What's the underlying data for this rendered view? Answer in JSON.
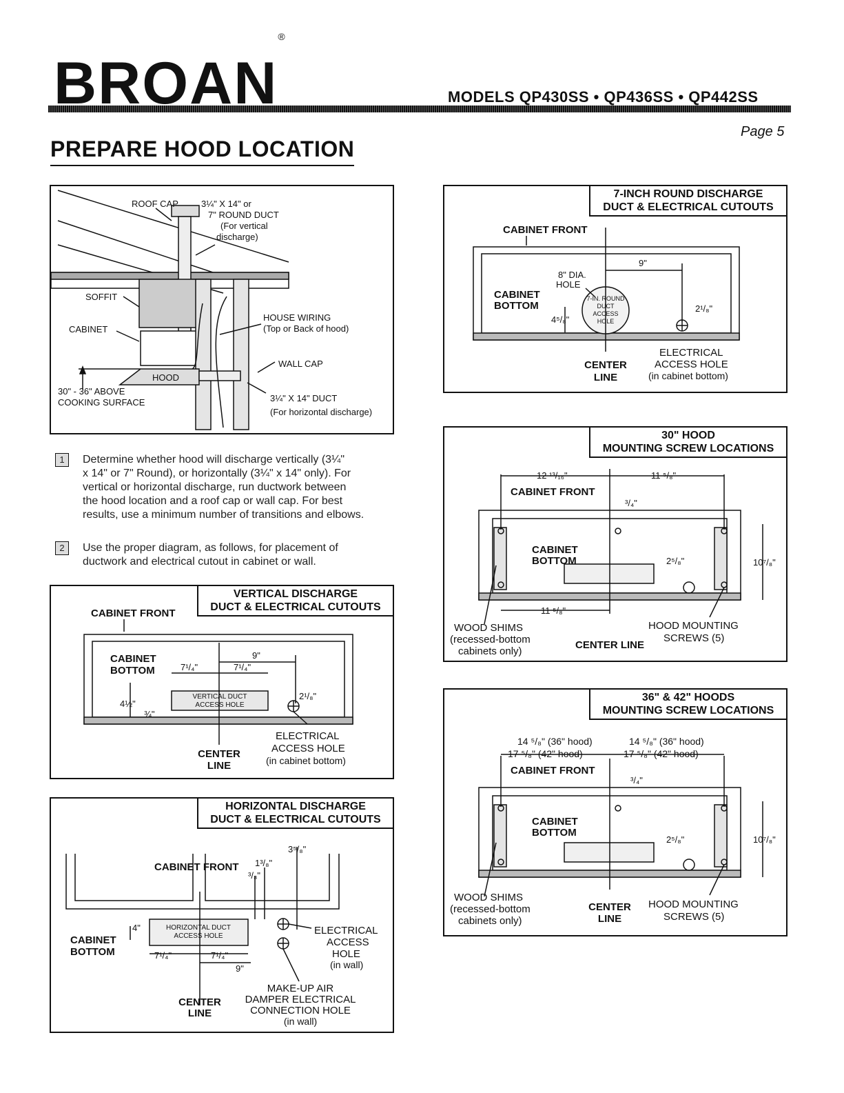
{
  "header": {
    "brand": "BROAN",
    "registered": "®",
    "models": "MODELS  QP430SS • QP436SS • QP442SS",
    "page": "Page 5",
    "title": "PREPARE HOOD LOCATION"
  },
  "diagram_install": {
    "roof_cap": "ROOF CAP",
    "duct_top": "3¼\" X 14\" or",
    "duct_top2": "7\" ROUND DUCT",
    "duct_top3": "(For vertical",
    "duct_top4": "discharge)",
    "soffit": "SOFFIT",
    "cabinet": "CABINET",
    "house_wiring": "HOUSE WIRING",
    "house_wiring2": "(Top or Back of hood)",
    "wall_cap": "WALL CAP",
    "hood": "HOOD",
    "above": "30\" - 36\" ABOVE",
    "above2": "COOKING SURFACE",
    "duct_h": "3¼\" X 14\" DUCT",
    "duct_h2": "(For horizontal discharge)"
  },
  "steps": [
    {
      "num": "1",
      "lines": [
        "Determine whether hood will discharge vertically (3¼\"",
        "x 14\" or 7\" Round), or horizontally (3¼\" x 14\" only). For",
        "vertical or horizontal discharge, run ductwork between",
        "the hood location and a roof cap or wall cap. For best",
        "results, use a minimum number of transitions and elbows."
      ]
    },
    {
      "num": "2",
      "lines": [
        "Use the proper diagram, as follows, for placement of",
        "ductwork and electrical cutout in cabinet or wall."
      ]
    }
  ],
  "vertical": {
    "title1": "VERTICAL DISCHARGE",
    "title2": "DUCT & ELECTRICAL CUTOUTS",
    "cabinet_front": "CABINET FRONT",
    "cabinet_bottom1": "CABINET",
    "cabinet_bottom2": "BOTTOM",
    "d9": "9\"",
    "d714a": "7¹/₄\"",
    "d714b": "7¹/₄\"",
    "d218": "2¹/₈\"",
    "d412": "4½\"",
    "d34": "¾\"",
    "duct_label1": "VERTICAL DUCT",
    "duct_label2": "ACCESS HOLE",
    "center1": "CENTER",
    "center2": "LINE",
    "elec1": "ELECTRICAL",
    "elec2": "ACCESS HOLE",
    "elec3": "(in cabinet bottom)"
  },
  "horizontal": {
    "title1": "HORIZONTAL DISCHARGE",
    "title2": "DUCT & ELECTRICAL CUTOUTS",
    "cabinet_front": "CABINET FRONT",
    "d358": "3⁵/₈\"",
    "d138": "1³/₈\"",
    "d38": "³/₈\"",
    "d4": "4\"",
    "cabinet_bottom1": "CABINET",
    "cabinet_bottom2": "BOTTOM",
    "duct_label1": "HORIZONTAL DUCT",
    "duct_label2": "ACCESS HOLE",
    "d714a": "7¹/₄\"",
    "d714b": "7¹/₄\"",
    "d9": "9\"",
    "elec1": "ELECTRICAL",
    "elec2": "ACCESS",
    "elec3": "HOLE",
    "elec4": "(in wall)",
    "center1": "CENTER",
    "center2": "LINE",
    "makeup1": "MAKE-UP AIR",
    "makeup2": "DAMPER ELECTRICAL",
    "makeup3": "CONNECTION HOLE",
    "makeup4": "(in wall)"
  },
  "round": {
    "title1": "7-INCH ROUND DISCHARGE",
    "title2": "DUCT & ELECTRICAL CUTOUTS",
    "cabinet_front": "CABINET FRONT",
    "dia1": "8\" DIA.",
    "dia2": "HOLE",
    "cabinet_bottom1": "CABINET",
    "cabinet_bottom2": "BOTTOM",
    "d9": "9\"",
    "d458": "4⁵/₈\"",
    "d218": "2¹/₈\"",
    "hole1": "7-IN. ROUND",
    "hole2": "DUCT",
    "hole3": "ACCESS",
    "hole4": "HOLE",
    "center1": "CENTER",
    "center2": "LINE",
    "elec1": "ELECTRICAL",
    "elec2": "ACCESS HOLE",
    "elec3": "(in cabinet bottom)"
  },
  "hood30": {
    "title1": "30\" HOOD",
    "title2": "MOUNTING SCREW LOCATIONS",
    "d1213": "12 ¹³/₁₆\"",
    "d1158a": "11 ⁵/₈\"",
    "cabinet_front": "CABINET FRONT",
    "d34": "³/₄\"",
    "cabinet_bottom1": "CABINET",
    "cabinet_bottom2": "BOTTOM",
    "d258": "2⁵/₈\"",
    "d1078": "10⁷/₈\"",
    "d1158b": "11 ⁵/₈\"",
    "shims1": "WOOD SHIMS",
    "shims2": "(recessed-bottom",
    "shims3": "cabinets only)",
    "center": "CENTER LINE",
    "screws1": "HOOD MOUNTING",
    "screws2": "SCREWS (5)"
  },
  "hood36": {
    "title1": "36\" & 42\" HOODS",
    "title2": "MOUNTING SCREW LOCATIONS",
    "l1": "14 ⁵/₈\" (36\" hood)",
    "l2": "17 ⁵/₈\" (42\" hood)",
    "r1": "14 ⁵/₈\" (36\" hood)",
    "r2": "17 ⁵/₈\" (42\" hood)",
    "cabinet_front": "CABINET FRONT",
    "d34": "³/₄\"",
    "cabinet_bottom1": "CABINET",
    "cabinet_bottom2": "BOTTOM",
    "d258": "2⁵/₈\"",
    "d1078": "10⁷/₈\"",
    "shims1": "WOOD SHIMS",
    "shims2": "(recessed-bottom",
    "shims3": "cabinets only)",
    "center1": "CENTER",
    "center2": "LINE",
    "screws1": "HOOD MOUNTING",
    "screws2": "SCREWS (5)"
  }
}
